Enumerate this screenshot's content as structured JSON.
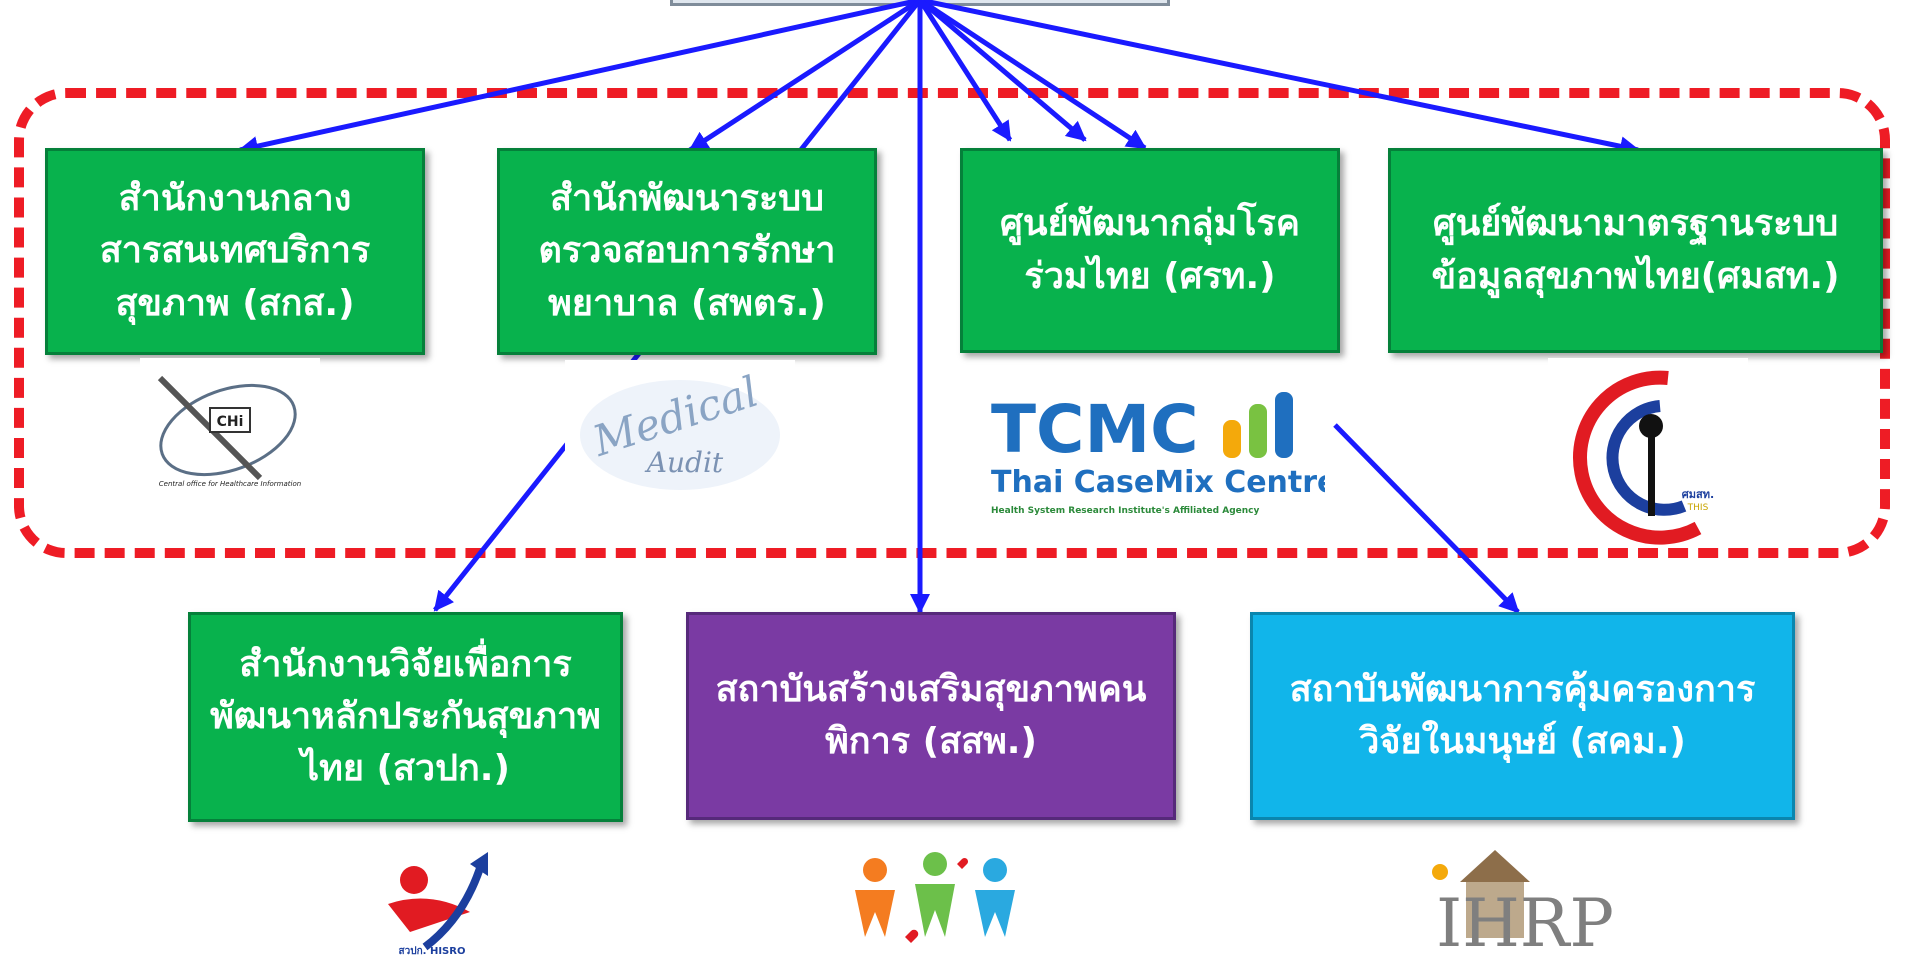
{
  "title_box": {
    "label": ""
  },
  "top_boxes": [
    {
      "label": "สำนักงานกลางสารสนเทศบริการสุขภาพ (สกส.)"
    },
    {
      "label": "สำนักพัฒนาระบบตรวจสอบการรักษาพยาบาล (สพตร.)"
    },
    {
      "label": "ศูนย์พัฒนากลุ่มโรคร่วมไทย (ศรท.)"
    },
    {
      "label": "ศูนย์พัฒนามาตรฐานระบบข้อมูลสุขภาพไทย(ศมสท.)"
    }
  ],
  "bottom_boxes": [
    {
      "label": "สำนักงานวิจัยเพื่อการพัฒนาหลักประกันสุขภาพไทย (สวปก.)"
    },
    {
      "label": "สถาบันสร้างเสริมสุขภาพคนพิการ (สสพ.)"
    },
    {
      "label": "สถาบันพัฒนาการคุ้มครองการวิจัยในมนุษย์ (สคม.)"
    }
  ],
  "logos": {
    "chi": {
      "mark": "CHi",
      "caption": "Central office for Healthcare Information"
    },
    "medical_audit": {
      "line1": "Medical",
      "line2": "Audit"
    },
    "tcmc": {
      "mark": "TCMC",
      "name": "Thai CaseMix Centre",
      "tagline": "Health System Research Institute's Affiliated Agency"
    },
    "this": {
      "mark": "ศมสท.",
      "sub": "THIS"
    },
    "hisro": {
      "mark": "สวปก. HISRO"
    },
    "ihrp": {
      "mark": "IHRP"
    }
  },
  "colors": {
    "arrow": "#1a1aff",
    "dashed_border": "#ee1c25",
    "green_box": "#08b24d",
    "purple_box": "#7a3aa3",
    "cyan_box": "#11b5ea"
  }
}
